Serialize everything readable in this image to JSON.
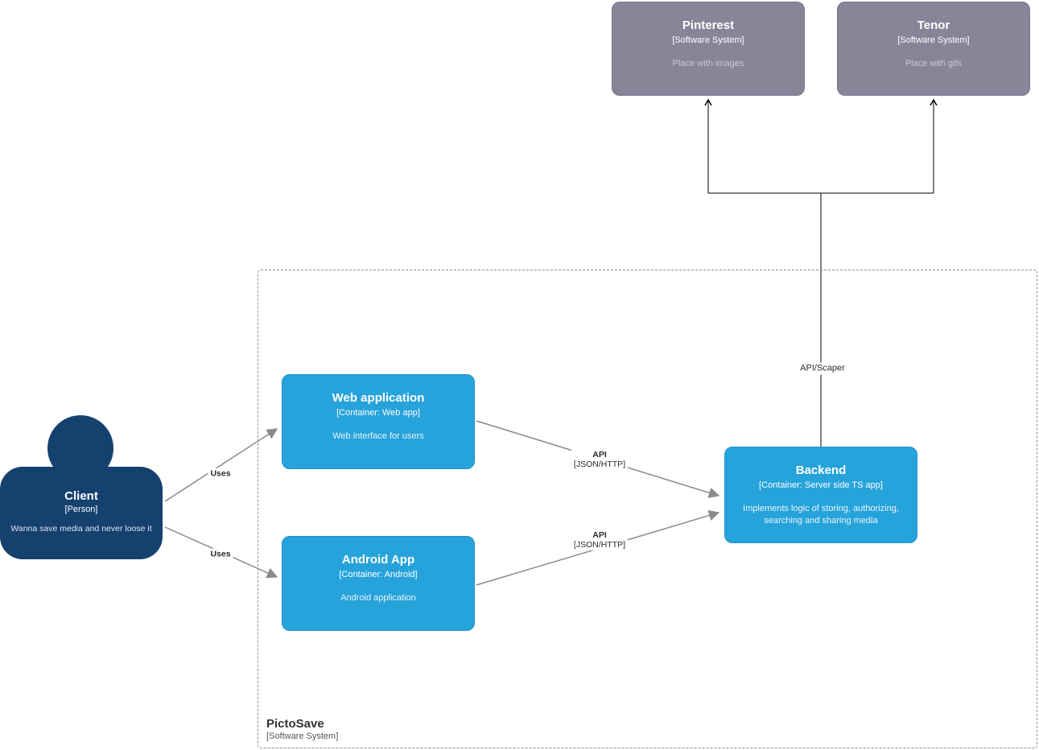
{
  "external_systems": [
    {
      "name": "Pinterest",
      "meta": "[Software System]",
      "description": "Place with images"
    },
    {
      "name": "Tenor",
      "meta": "[Software System]",
      "description": "Place with gifs"
    }
  ],
  "person": {
    "name": "Client",
    "meta": "[Person]",
    "description": "Wanna save media and never loose it"
  },
  "boundary": {
    "name": "PictoSave",
    "meta": "[Software System]"
  },
  "containers": [
    {
      "name": "Web application",
      "meta": "[Container: Web app]",
      "description": "Web interface for users"
    },
    {
      "name": "Android App",
      "meta": "[Container: Android]",
      "description": "Android application"
    },
    {
      "name": "Backend",
      "meta": "[Container: Server side TS app]",
      "description": "Implements logic of storing, authorizing, searching and sharing media"
    }
  ],
  "edges": {
    "client_web": {
      "label": "Uses"
    },
    "client_android": {
      "label": "Uses"
    },
    "web_backend": {
      "label": "API",
      "sublabel": "[JSON/HTTP]"
    },
    "android_backend": {
      "label": "API",
      "sublabel": "[JSON/HTTP]"
    },
    "backend_external": {
      "label": "API/Scaper"
    }
  },
  "colors": {
    "external_system": "#8a8499",
    "person": "#15416f",
    "container": "#27a3db",
    "edge_gray": "#8a8a8a",
    "edge_black": "#000000",
    "boundary_dash": "#8c8c8c"
  }
}
